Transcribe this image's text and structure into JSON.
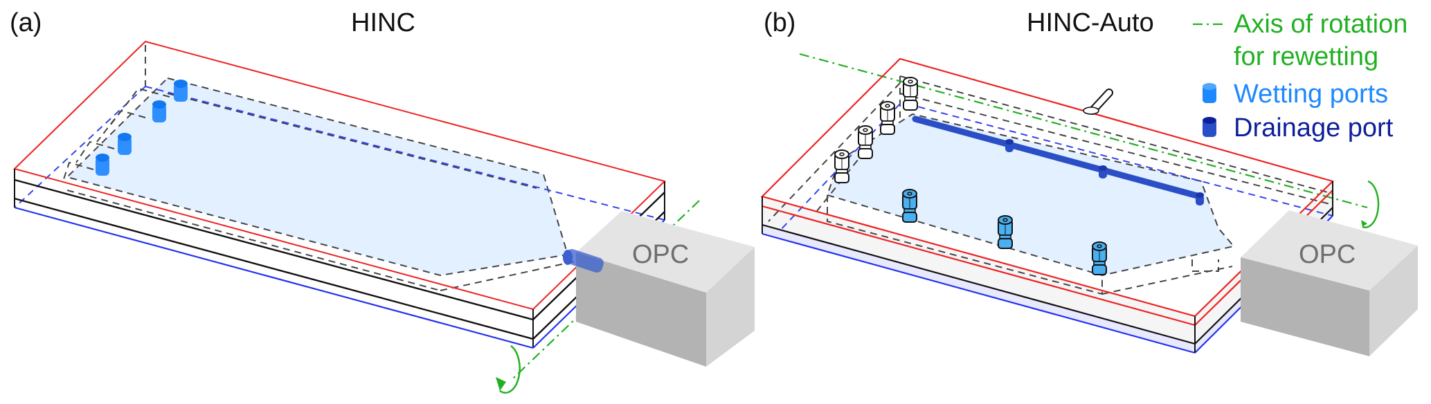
{
  "panels": [
    {
      "id": "a",
      "letter": "(a)",
      "title": "HINC",
      "opc_label": "OPC",
      "wetting_port_count": 4,
      "drain_port_count": 1
    },
    {
      "id": "b",
      "letter": "(b)",
      "title": "HINC-Auto",
      "opc_label": "OPC",
      "wetting_port_count": 4,
      "inlet_fitting_count": 3,
      "drain_nub_count": 3
    }
  ],
  "legend": {
    "axis_line1": "Axis of rotation",
    "axis_line2": "for rewetting",
    "wetting": "Wetting ports",
    "drainage": "Drainage port"
  },
  "colors": {
    "top_plate": "#ee2222",
    "bottom_plate": "#2233ee",
    "axis": "#22b022",
    "wetting": "#1e88ff",
    "drainage": "#0d1f9a",
    "chamber_fill": "#e3f0ff",
    "opc_top": "#e4e4e4",
    "opc_front": "#b3b3b3",
    "opc_side": "#d4d4d4",
    "opc_text": "#6e6e6e"
  }
}
